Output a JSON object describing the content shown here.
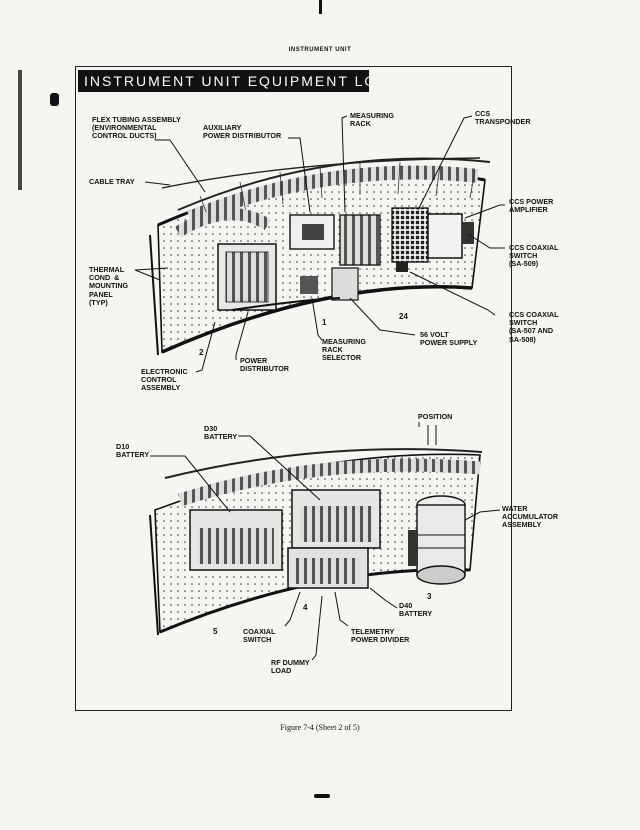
{
  "header": "INSTRUMENT UNIT",
  "banner_title": "INSTRUMENT UNIT EQUIPMENT LOCATIONS",
  "top_diagram": {
    "labels": [
      {
        "id": "flex",
        "text": "FLEX TUBING ASSEMBLY\n(ENVIRONMENTAL\nCONTROL DUCTS)"
      },
      {
        "id": "aux",
        "text": "AUXILIARY\nPOWER DISTRIBUTOR"
      },
      {
        "id": "measrack",
        "text": "MEASURING\nRACK"
      },
      {
        "id": "ccstrans",
        "text": "CCS\nTRANSPONDER"
      },
      {
        "id": "cabletray",
        "text": "CABLE TRAY"
      },
      {
        "id": "ccsamp",
        "text": "CCS POWER\nAMPLIFIER"
      },
      {
        "id": "coax509",
        "text": "CCS COAXIAL\nSWITCH\n(SA-509)"
      },
      {
        "id": "thermal",
        "text": "THERMAL\nCOND  &\nMOUNTING\nPANEL\n(TYP)"
      },
      {
        "id": "coax507",
        "text": "CCS COAXIAL\nSWITCH\n(SA-507 AND\nSA-508)"
      },
      {
        "id": "volt56",
        "text": "56 VOLT\nPOWER SUPPLY"
      },
      {
        "id": "mrsel",
        "text": "MEASURING\nRACK\nSELECTOR"
      },
      {
        "id": "powdist",
        "text": "POWER\nDISTRIBUTOR"
      },
      {
        "id": "eca",
        "text": "ELECTRONIC\nCONTROL\nASSEMBLY"
      }
    ],
    "numbers": [
      {
        "id": "n1",
        "text": "1"
      },
      {
        "id": "n2",
        "text": "2"
      },
      {
        "id": "n24",
        "text": "24"
      }
    ]
  },
  "bottom_diagram": {
    "labels": [
      {
        "id": "position",
        "text": "POSITION\nI"
      },
      {
        "id": "d30",
        "text": "D30\nBATTERY"
      },
      {
        "id": "d10",
        "text": "D10\nBATTERY"
      },
      {
        "id": "water",
        "text": "WATER\nACCUMULATOR\nASSEMBLY"
      },
      {
        "id": "d40",
        "text": "D40\nBATTERY"
      },
      {
        "id": "coaxsw",
        "text": "COAXIAL\nSWITCH"
      },
      {
        "id": "telem",
        "text": "TELEMETRY\nPOWER DIVIDER"
      },
      {
        "id": "rfdummy",
        "text": "RF DUMMY\nLOAD"
      }
    ],
    "numbers": [
      {
        "id": "n3",
        "text": "3"
      },
      {
        "id": "n4",
        "text": "4"
      },
      {
        "id": "n5",
        "text": "5"
      }
    ]
  },
  "caption": "Figure 7-4 (Sheet 2 of 5)"
}
